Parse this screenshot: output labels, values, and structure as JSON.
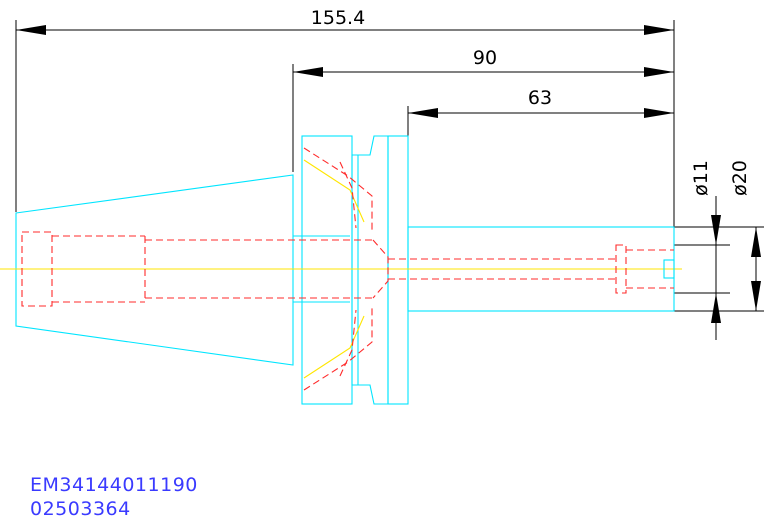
{
  "dimensions": {
    "overall_length": "155.4",
    "length_90": "90",
    "length_63": "63",
    "dia_11": "ø11",
    "dia_20": "ø20"
  },
  "labels": {
    "part_number": "EM34144011190",
    "code": "02503364"
  },
  "colors": {
    "outline": "#00e5ff",
    "hidden_lines": "#ff2b2b",
    "centerline": "#ffe600",
    "dimension": "#000000",
    "label_text": "#3a3aff"
  }
}
